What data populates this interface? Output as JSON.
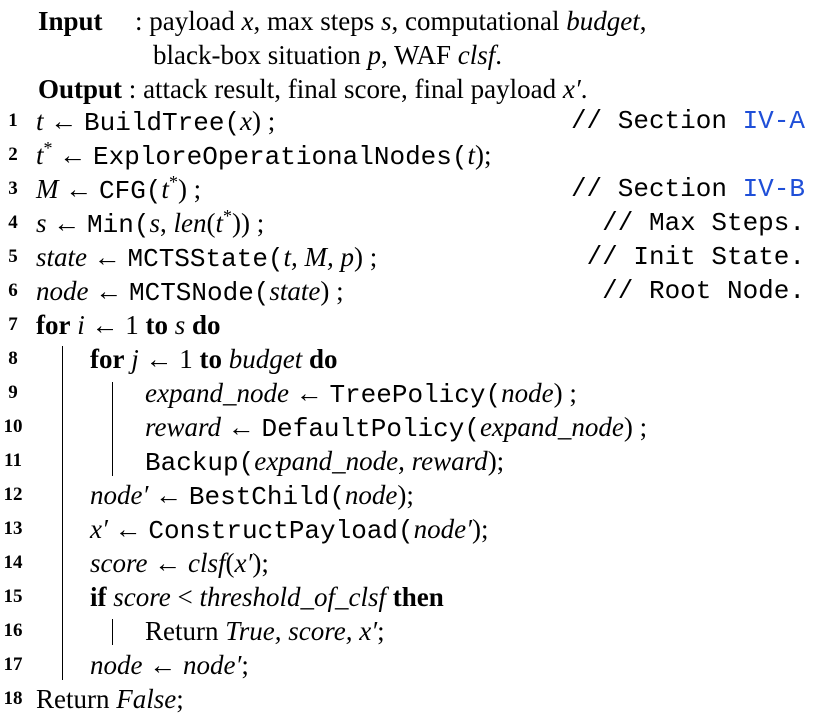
{
  "header": {
    "input_label": "Input",
    "input_sep": ":",
    "input_text1": "payload ",
    "input_x": "x",
    "input_text2": ", max steps ",
    "input_s": "s",
    "input_text3": ", computational ",
    "input_budget": "budget",
    "input_text4": ",",
    "input_line2_a": "black-box situation ",
    "input_p": "p",
    "input_line2_b": ", WAF ",
    "input_clsf": "clsf",
    "input_line2_c": ".",
    "output_label": "Output",
    "output_sep": ":",
    "output_text": "attack result, final score, final payload ",
    "output_x": "x′",
    "output_end": "."
  },
  "lines": [
    {
      "num": "1",
      "comment": "// Section ",
      "ref": "IV-A"
    },
    {
      "num": "2"
    },
    {
      "num": "3",
      "comment": "// Section ",
      "ref": "IV-B"
    },
    {
      "num": "4",
      "comment": "// Max Steps."
    },
    {
      "num": "5",
      "comment": "// Init State."
    },
    {
      "num": "6",
      "comment": "// Root Node."
    },
    {
      "num": "7"
    },
    {
      "num": "8"
    },
    {
      "num": "9"
    },
    {
      "num": "10"
    },
    {
      "num": "11"
    },
    {
      "num": "12"
    },
    {
      "num": "13"
    },
    {
      "num": "14"
    },
    {
      "num": "15"
    },
    {
      "num": "16"
    },
    {
      "num": "17"
    },
    {
      "num": "18"
    }
  ],
  "code": {
    "l1_var": "t",
    "l1_fn": "BuildTree(",
    "l1_arg": "x",
    "l1_end": ") ;",
    "l2_var": "t",
    "l2_star": "*",
    "l2_fn": "ExploreOperationalNodes(",
    "l2_arg": "t",
    "l2_end": ");",
    "l3_var": "M",
    "l3_fn": "CFG(",
    "l3_arg": "t",
    "l3_star": "*",
    "l3_end": ") ;",
    "l4_var": "s",
    "l4_fn": "Min(",
    "l4_a1": "s",
    "l4_comma": ", ",
    "l4_len": "len",
    "l4_open": "(",
    "l4_t": "t",
    "l4_star": "*",
    "l4_end": ")) ;",
    "l5_var": "state",
    "l5_fn": "MCTSState(",
    "l5_args": "t, M, p",
    "l5_end": ") ;",
    "l6_var": "node",
    "l6_fn": "MCTSNode(",
    "l6_arg": "state",
    "l6_end": ") ;",
    "l7_for": "for",
    "l7_i": "i",
    "l7_from": "1",
    "l7_to": "to",
    "l7_s": "s",
    "l7_do": "do",
    "l8_for": "for",
    "l8_j": "j",
    "l8_from": "1",
    "l8_to": "to",
    "l8_budget": "budget",
    "l8_do": "do",
    "l9_var": "expand_node",
    "l9_fn": "TreePolicy(",
    "l9_arg": "node",
    "l9_end": ") ;",
    "l10_var": "reward",
    "l10_fn": "DefaultPolicy(",
    "l10_arg": "expand_node",
    "l10_end": ") ;",
    "l11_fn": "Backup(",
    "l11_args": "expand_node, reward",
    "l11_end": ");",
    "l12_var": "node′",
    "l12_fn": "BestChild(",
    "l12_arg": "node",
    "l12_end": ");",
    "l13_var": "x′",
    "l13_fn": "ConstructPayload(",
    "l13_arg": "node′",
    "l13_end": ");",
    "l14_var": "score",
    "l14_fn": "clsf",
    "l14_open": "(",
    "l14_arg": "x′",
    "l14_end": ");",
    "l15_if": "if",
    "l15_score": "score",
    "l15_lt": "<",
    "l15_thr": "threshold_of_clsf",
    "l15_then": "then",
    "l16_ret": "Return ",
    "l16_true": "True",
    "l16_rest": ", score, x′",
    "l16_end": ";",
    "l17_var": "node",
    "l17_val": "node′",
    "l17_end": ";",
    "l18_ret": "Return ",
    "l18_false": "False",
    "l18_end": ";",
    "arrow": "←"
  }
}
